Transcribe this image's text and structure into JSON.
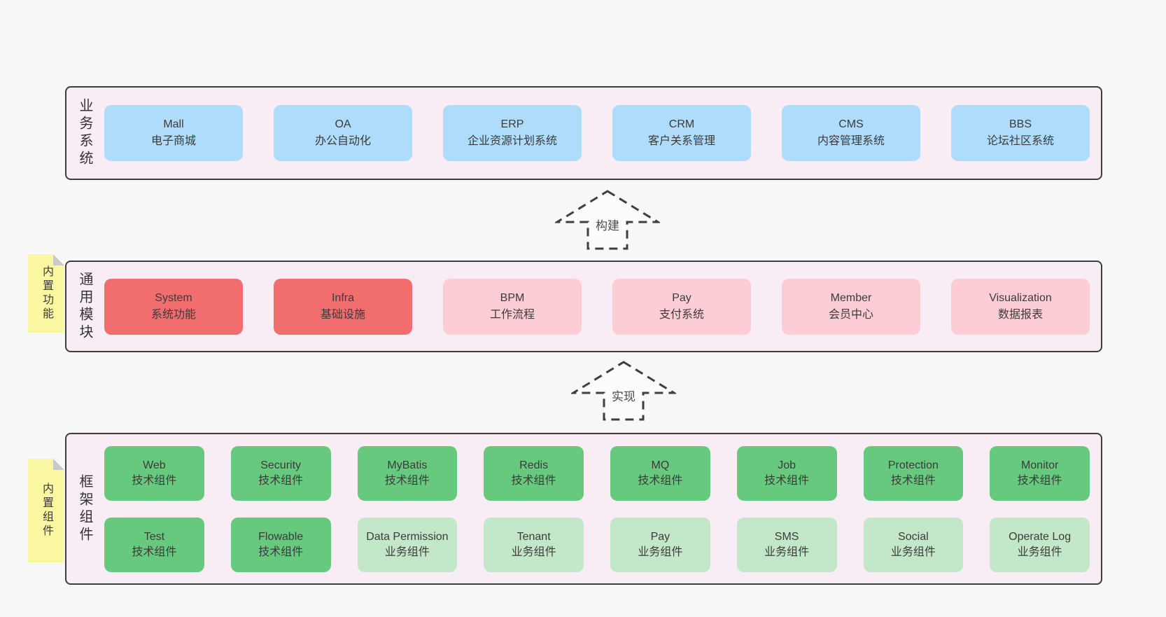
{
  "colors": {
    "page_bg": "#f7f7f7",
    "panel_bg": "#f8edf5",
    "panel_border": "#3d3d3d",
    "card_blue": "#aedcfa",
    "card_red": "#f26e6e",
    "card_pink": "#fdcdd6",
    "card_green_dark": "#66c97d",
    "card_green_light": "#c3e8c9",
    "sticky_yellow": "#f9f7a1",
    "sticky_fold_gray": "#c9c9c9"
  },
  "arrows": {
    "build": "构建",
    "implement": "实现"
  },
  "business": {
    "label": "业务系统",
    "items": [
      {
        "en": "Mall",
        "zh": "电子商城"
      },
      {
        "en": "OA",
        "zh": "办公自动化"
      },
      {
        "en": "ERP",
        "zh": "企业资源计划系统"
      },
      {
        "en": "CRM",
        "zh": "客户关系管理"
      },
      {
        "en": "CMS",
        "zh": "内容管理系统"
      },
      {
        "en": "BBS",
        "zh": "论坛社区系统"
      }
    ]
  },
  "modules": {
    "label": "通用模块",
    "sticky": "内置功能",
    "items": [
      {
        "en": "System",
        "zh": "系统功能",
        "tone": "red"
      },
      {
        "en": "Infra",
        "zh": "基础设施",
        "tone": "red"
      },
      {
        "en": "BPM",
        "zh": "工作流程",
        "tone": "pink"
      },
      {
        "en": "Pay",
        "zh": "支付系统",
        "tone": "pink"
      },
      {
        "en": "Member",
        "zh": "会员中心",
        "tone": "pink"
      },
      {
        "en": "Visualization",
        "zh": "数据报表",
        "tone": "pink"
      }
    ]
  },
  "framework": {
    "label": "框架组件",
    "sticky": "内置组件",
    "row1": [
      {
        "en": "Web",
        "zh": "技术组件",
        "tone": "green-dark"
      },
      {
        "en": "Security",
        "zh": "技术组件",
        "tone": "green-dark"
      },
      {
        "en": "MyBatis",
        "zh": "技术组件",
        "tone": "green-dark"
      },
      {
        "en": "Redis",
        "zh": "技术组件",
        "tone": "green-dark"
      },
      {
        "en": "MQ",
        "zh": "技术组件",
        "tone": "green-dark"
      },
      {
        "en": "Job",
        "zh": "技术组件",
        "tone": "green-dark"
      },
      {
        "en": "Protection",
        "zh": "技术组件",
        "tone": "green-dark"
      },
      {
        "en": "Monitor",
        "zh": "技术组件",
        "tone": "green-dark"
      }
    ],
    "row2": [
      {
        "en": "Test",
        "zh": "技术组件",
        "tone": "green-dark"
      },
      {
        "en": "Flowable",
        "zh": "技术组件",
        "tone": "green-dark"
      },
      {
        "en": "Data Permission",
        "zh": "业务组件",
        "tone": "green-light"
      },
      {
        "en": "Tenant",
        "zh": "业务组件",
        "tone": "green-light"
      },
      {
        "en": "Pay",
        "zh": "业务组件",
        "tone": "green-light"
      },
      {
        "en": "SMS",
        "zh": "业务组件",
        "tone": "green-light"
      },
      {
        "en": "Social",
        "zh": "业务组件",
        "tone": "green-light"
      },
      {
        "en": "Operate Log",
        "zh": "业务组件",
        "tone": "green-light"
      }
    ]
  }
}
